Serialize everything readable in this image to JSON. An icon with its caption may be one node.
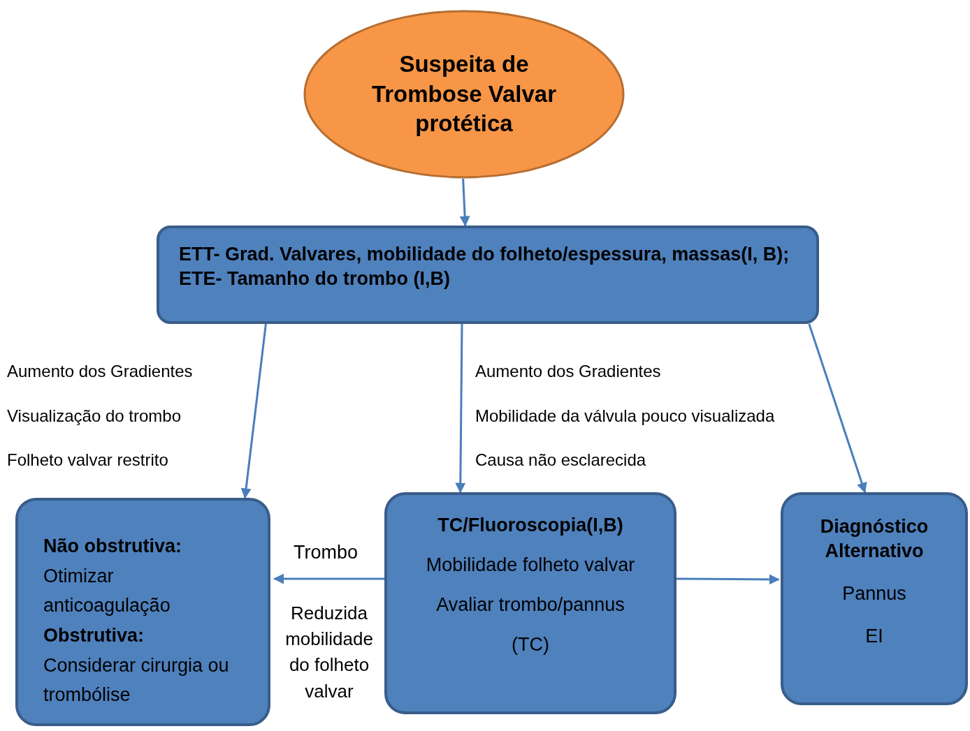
{
  "diagram": {
    "nodes": [
      {
        "text": [
          "Suspeita de Trombose Valvar protética"
        ]
      },
      {
        "text": [
          "ETT- Grad. Valvares, mobilidade do folheto/espessura, massas(I, B); ETE- Tamanho do trombo (I,B)"
        ]
      },
      {
        "text": [
          "**Não obstrutiva:** Otimizar anticoagulação",
          "**Obstrutiva:** Considerar cirurgia ou trombólise"
        ]
      },
      {
        "text": [
          "TC/Fluoroscopia(I,B)",
          "Mobilidade folheto valvar",
          "Avaliar trombo/pannus",
          "(TC)"
        ]
      },
      {
        "text": [
          "Diagnóstico Alternativo",
          "Pannus",
          "EI"
        ]
      }
    ],
    "edges": [
      {
        "from": 0,
        "to": 1,
        "arrow": "to"
      },
      {
        "from": 1,
        "to": 2,
        "arrow": "to"
      },
      {
        "from": 1,
        "to": 3,
        "arrow": "to"
      },
      {
        "from": 1,
        "to": 4,
        "arrow": "to"
      },
      {
        "from": 3,
        "to": 2,
        "arrow": "to",
        "label": "Trombo"
      },
      {
        "from": 3,
        "to": 4,
        "arrow": "to"
      }
    ],
    "labels": [
      "Aumento dos Gradientes",
      "Aumento dos Gradientes",
      "Visualização do trombo",
      "Mobilidade da válvula pouco visualizada",
      "Folheto valvar restrito",
      "Causa não esclarecida",
      "Reduzida mobilidade do folheto valvar"
    ]
  }
}
